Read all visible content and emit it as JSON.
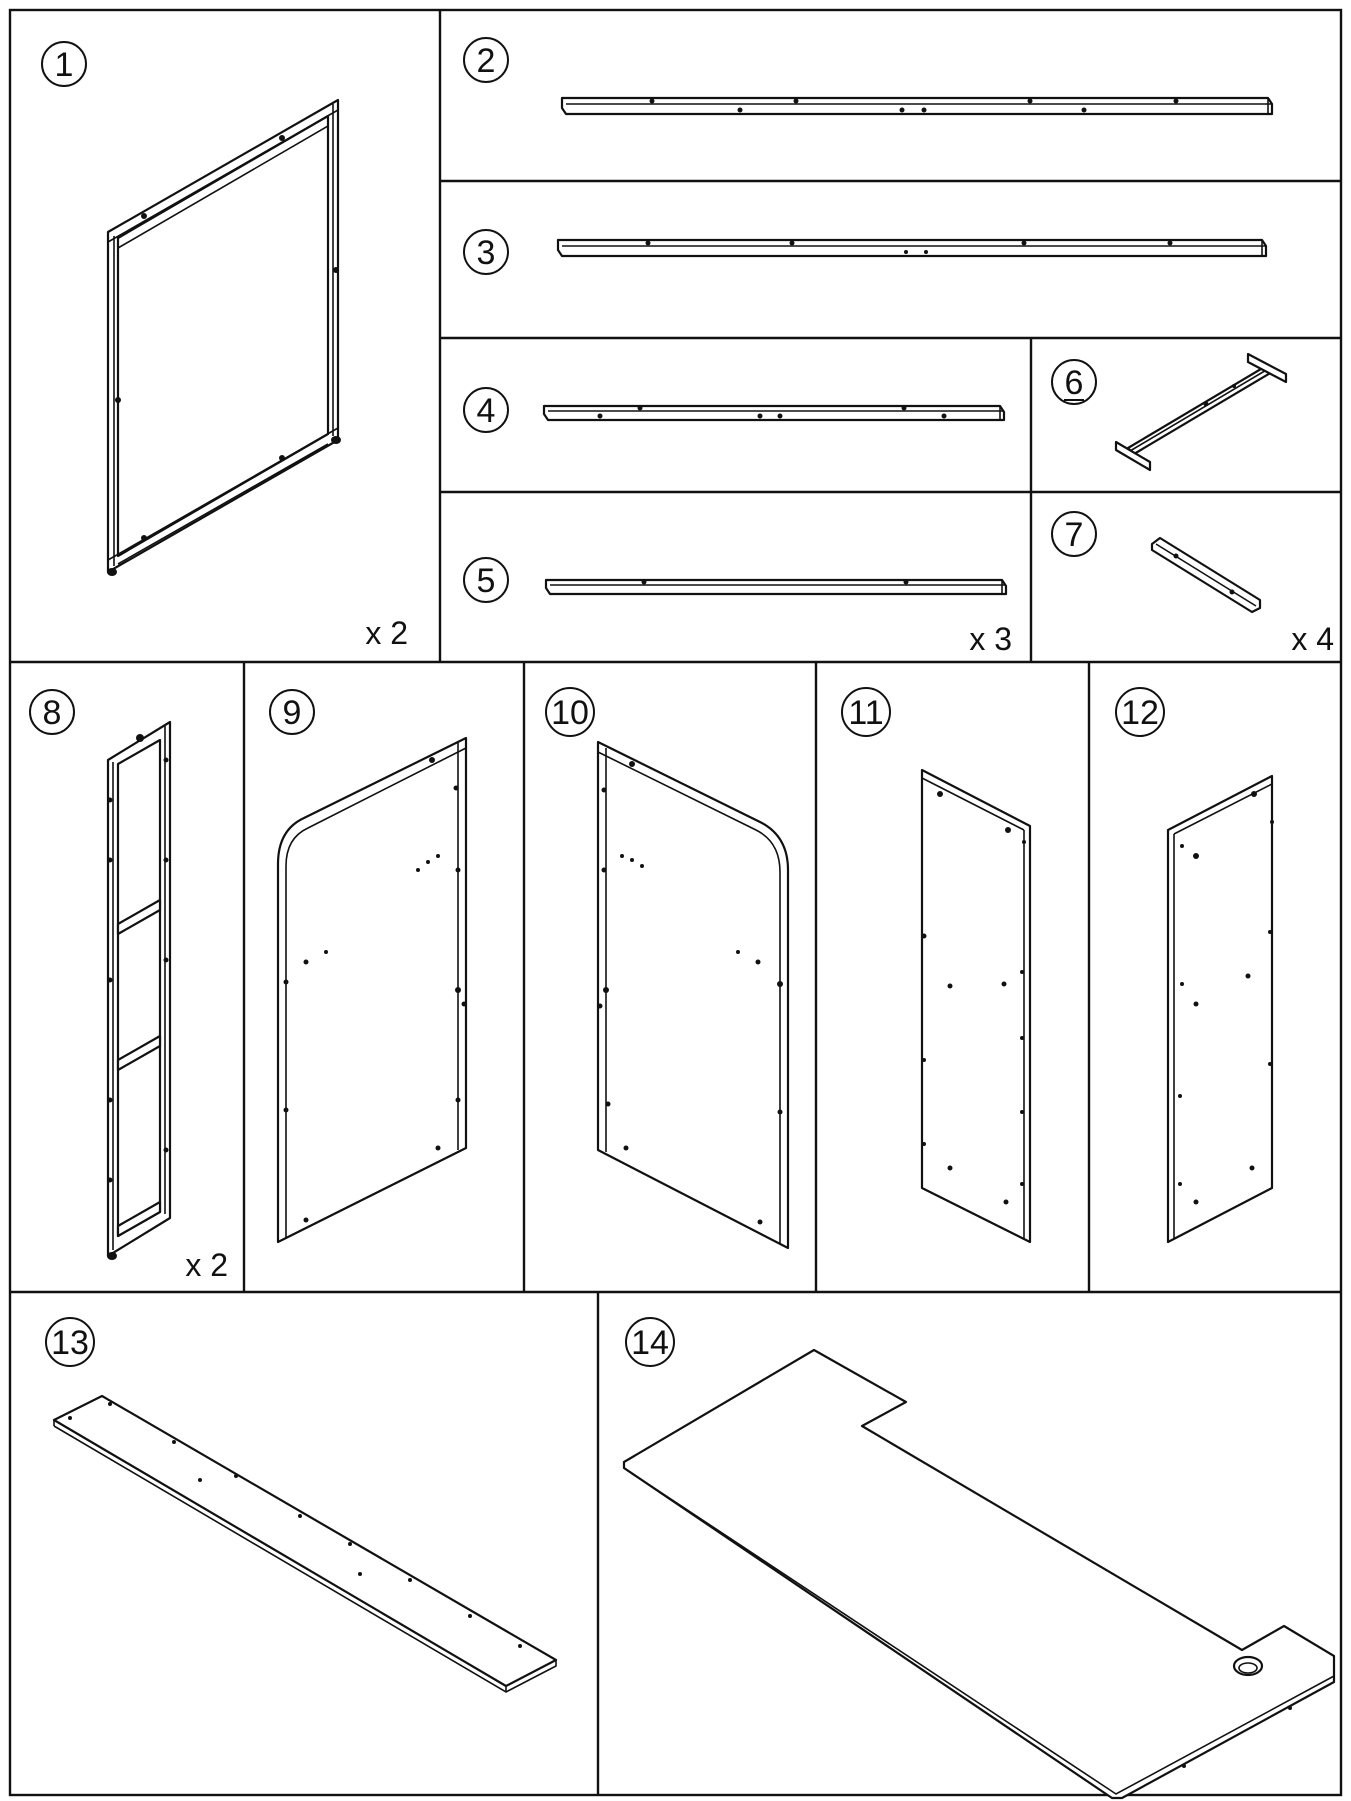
{
  "parts": [
    {
      "number": "1",
      "quantity": "x 2"
    },
    {
      "number": "2",
      "quantity": ""
    },
    {
      "number": "3",
      "quantity": ""
    },
    {
      "number": "4",
      "quantity": ""
    },
    {
      "number": "5",
      "quantity": "x 3"
    },
    {
      "number": "6",
      "quantity": ""
    },
    {
      "number": "7",
      "quantity": "x 4"
    },
    {
      "number": "8",
      "quantity": "x 2"
    },
    {
      "number": "9",
      "quantity": ""
    },
    {
      "number": "10",
      "quantity": ""
    },
    {
      "number": "11",
      "quantity": ""
    },
    {
      "number": "12",
      "quantity": ""
    },
    {
      "number": "13",
      "quantity": ""
    },
    {
      "number": "14",
      "quantity": ""
    }
  ],
  "colors": {
    "line": "#111111",
    "background": "#ffffff"
  }
}
